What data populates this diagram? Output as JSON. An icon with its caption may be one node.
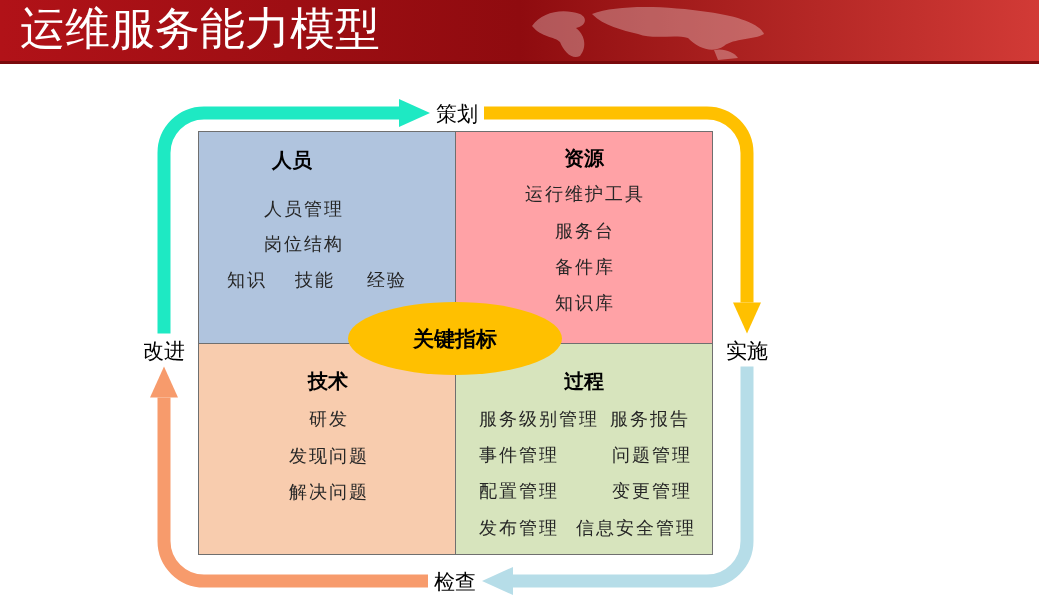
{
  "diagram": {
    "title": "运维服务能力模型",
    "nodes": [
      {
        "text": [
          "策划"
        ]
      },
      {
        "text": [
          "人员",
          "人员管理",
          "岗位结构",
          "知识",
          "技能",
          "经验"
        ]
      },
      {
        "text": [
          "资源",
          "运行维护工具",
          "服务台",
          "备件库",
          "知识库"
        ]
      },
      {
        "text": [
          "改进"
        ]
      },
      {
        "text": [
          "关键指标"
        ]
      },
      {
        "text": [
          "实施"
        ]
      },
      {
        "text": [
          "技术",
          "研发",
          "发现问题",
          "解决问题"
        ]
      },
      {
        "text": [
          "过程",
          "服务级别管理",
          "服务报告",
          "事件管理",
          "问题管理",
          "配置管理",
          "变更管理",
          "发布管理",
          "信息安全管理"
        ]
      },
      {
        "text": [
          "检查"
        ]
      }
    ],
    "edges": [
      {
        "from": 3,
        "to": 0,
        "arrow": "to",
        "color": "#1ee9c3"
      },
      {
        "from": 0,
        "to": 5,
        "arrow": "to",
        "color": "#ffc000"
      },
      {
        "from": 5,
        "to": 8,
        "arrow": "to",
        "color": "#b6dde8"
      },
      {
        "from": 8,
        "to": 3,
        "arrow": "to",
        "color": "#f79b6c"
      }
    ]
  }
}
